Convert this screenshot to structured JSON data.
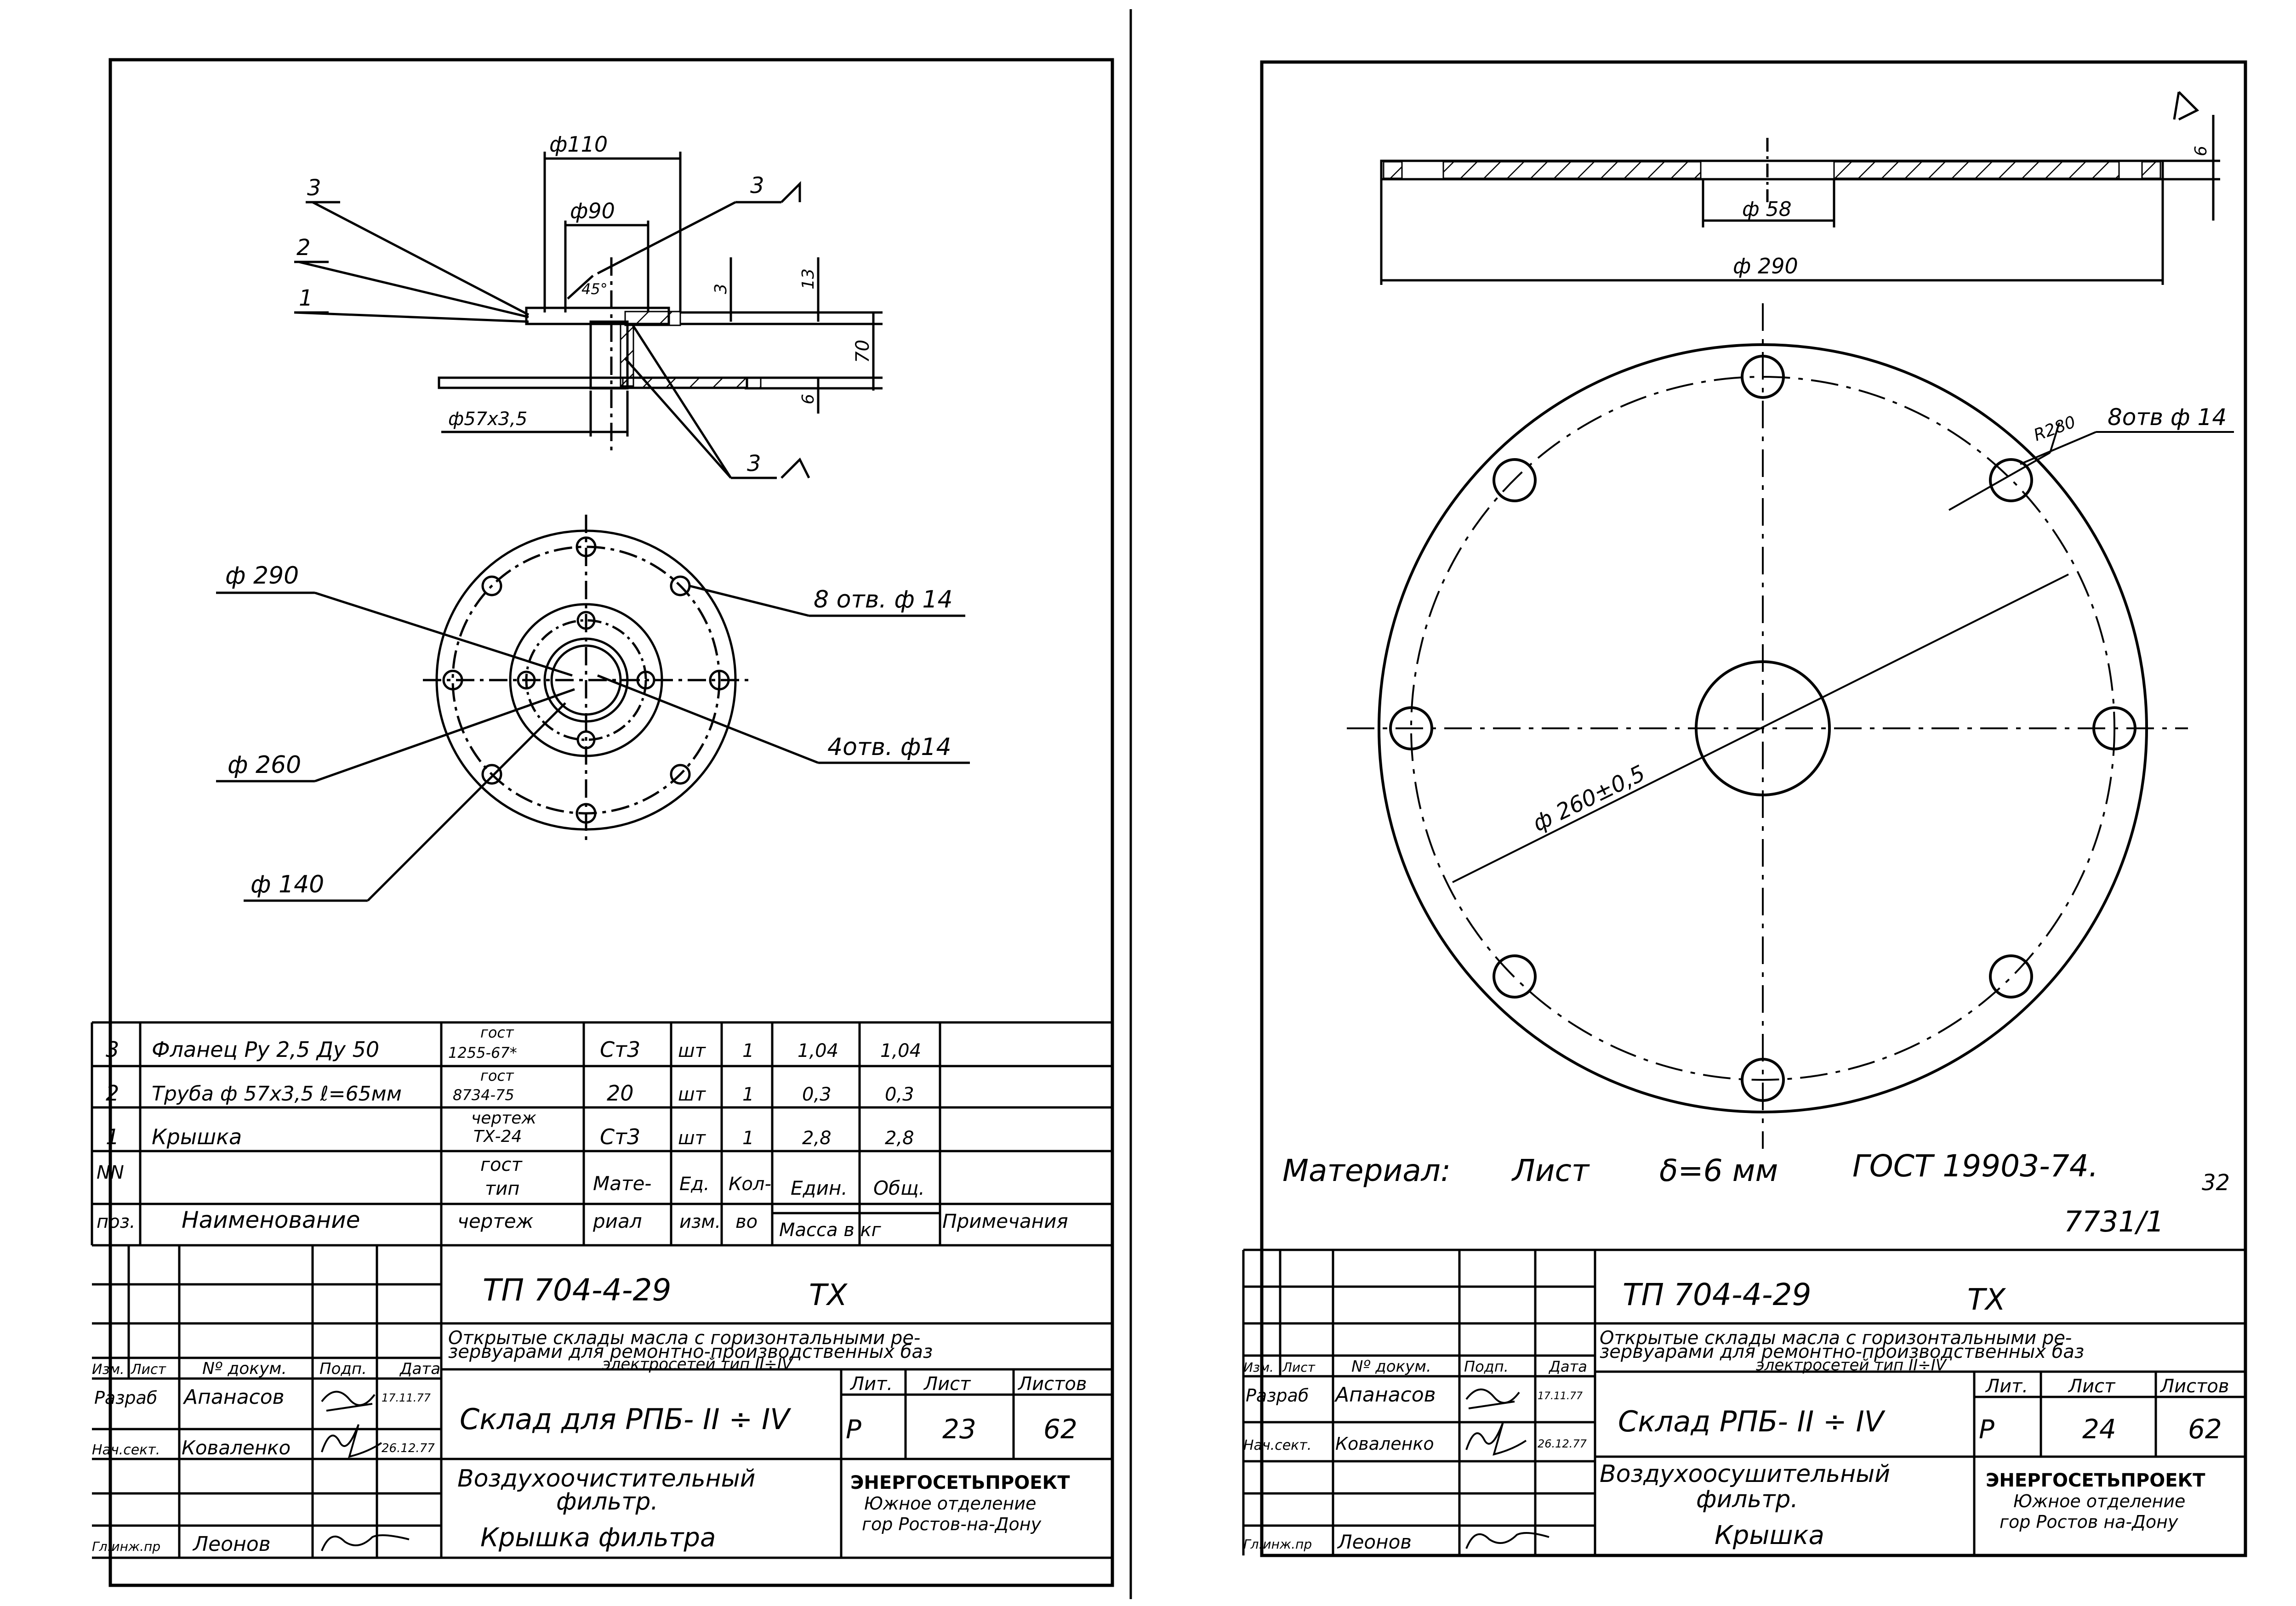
{
  "left_sheet": {
    "section_view": {
      "dim_d110": "ф110",
      "dim_d90": "ф90",
      "dim_d57": "ф57х3,5",
      "dim_3": "3",
      "dim_13": "13",
      "dim_70": "70",
      "dim_6": "6",
      "angle_45": "45°",
      "leader_3": "3",
      "leader_2": "2",
      "leader_1": "1",
      "weld_top": "3",
      "weld_bottom": "3"
    },
    "plan_view": {
      "d290": "ф 290",
      "d260": "ф 260",
      "d140": "ф 140",
      "holes8": "8 отв. ф 14",
      "holes4": "4отв. ф14"
    },
    "spec": {
      "rows": [
        {
          "pos": "3",
          "name": "Фланец Ру 2,5 Ду 50",
          "doc1": "гост",
          "doc2": "1255-67*",
          "mat": "Ст3",
          "unit": "шт",
          "qty": "1",
          "m1": "1,04",
          "m2": "1,04"
        },
        {
          "pos": "2",
          "name": "Труба ф 57х3,5  ℓ=65мм",
          "doc1": "гост",
          "doc2": "8734-75",
          "mat": "20",
          "unit": "шт",
          "qty": "1",
          "m1": "0,3",
          "m2": "0,3"
        },
        {
          "pos": "1",
          "name": "Крышка",
          "doc1": "чертеж",
          "doc2": "ТХ-24",
          "mat": "Ст3",
          "unit": "шт",
          "qty": "1",
          "m1": "2,8",
          "m2": "2,8"
        }
      ],
      "head": {
        "pos1": "NN",
        "pos2": "поз.",
        "name": "Наименование",
        "doc1": "гост",
        "doc2": "тип",
        "doc3": "чертеж",
        "mat1": "Мате-",
        "mat2": "риал",
        "unit1": "Ед.",
        "unit2": "изм.",
        "qty1": "Кол-",
        "qty2": "во",
        "m1": "Един.",
        "m2": "Общ.",
        "mass": "Масса в кг",
        "note": "Примечания"
      }
    },
    "title_block": {
      "code": "ТП 704-4-29",
      "suffix": "ТХ",
      "project_line1": "Открытые склады масла с горизонтальными ре-",
      "project_line2": "зервуарами для ремонтно-производственных баз",
      "project_line3": "электросетей    тип   II÷IV",
      "object": "Склад для РПБ- II ÷ IV",
      "drawing_line1": "Воздухоочистительный",
      "drawing_line2": "фильтр.",
      "drawing_line3": "Крышка  фильтра",
      "lit_label": "Лит.",
      "sheet_label": "Лист",
      "sheets_label": "Листов",
      "lit": "Р",
      "sheet": "23",
      "sheets": "62",
      "org1": "ЭНЕРГОСЕТЬПРОЕКТ",
      "org2": "Южное отделение",
      "org3": "гор  Ростов-на-Дону",
      "hdr_izm": "Изм.",
      "hdr_list": "Лист",
      "hdr_doc": "Nº докум.",
      "hdr_sign": "Подп.",
      "hdr_date": "Дата",
      "r1_role": "Разраб",
      "r1_name": "Апанасов",
      "r1_date": "17.11.77",
      "r2_role": "Нач.сект.",
      "r2_name": "Коваленко",
      "r2_date": "26.12.77",
      "r3_role": "Гл.инж.пр",
      "r3_name": "Леонов"
    }
  },
  "right_sheet": {
    "section_view": {
      "d58": "ф 58",
      "d290": "ф 290",
      "thick": "6"
    },
    "plan_view": {
      "r280": "R280",
      "holes8": "8отв ф 14",
      "d260": "ф 260±0,5"
    },
    "material": {
      "label": "Материал:",
      "sheet": "Лист",
      "delta": "δ=6 мм",
      "gost": "ГОСТ  19903-74."
    },
    "inventory": "7731/1",
    "page_mark": "32",
    "title_block": {
      "code": "ТП 704-4-29",
      "suffix": "ТХ",
      "project_line1": "Открытые склады масла с горизонтальными ре-",
      "project_line2": "зервуарами для ремонтно-производственных баз",
      "project_line3": "электросетей    тип   II÷IV",
      "object": "Склад РПБ- II ÷ IV",
      "drawing_line1": "Воздухоосушительный",
      "drawing_line2": "фильтр.",
      "drawing_line3": "Крышка",
      "lit_label": "Лит.",
      "sheet_label": "Лист",
      "sheets_label": "Листов",
      "lit": "Р",
      "sheet": "24",
      "sheets": "62",
      "org1": "ЭНЕРГОСЕТЬПРОЕКТ",
      "org2": "Южное отделение",
      "org3": "гор  Ростов на-Дону",
      "hdr_izm": "Изм.",
      "hdr_list": "Лист",
      "hdr_doc": "Nº докум.",
      "hdr_sign": "Подп.",
      "hdr_date": "Дата",
      "r1_role": "Разраб",
      "r1_name": "Апанасов",
      "r1_date": "17.11.77",
      "r2_role": "Нач.сект.",
      "r2_name": "Коваленко",
      "r2_date": "26.12.77",
      "r3_role": "Гл.инж.пр",
      "r3_name": "Леонов"
    }
  }
}
